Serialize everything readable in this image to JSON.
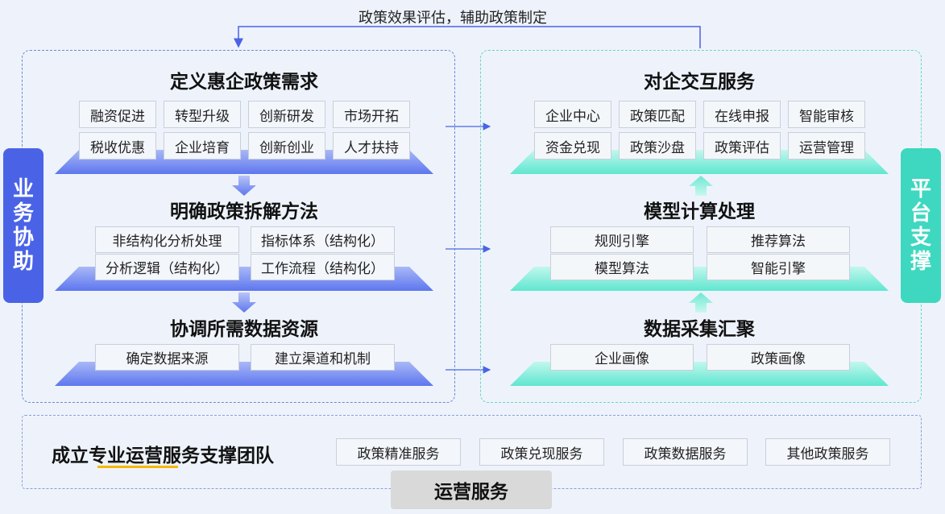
{
  "feedback_label": "政策效果评估，辅助政策制定",
  "left_side_label": [
    "业",
    "务",
    "协",
    "助"
  ],
  "right_side_label": [
    "平",
    "台",
    "支",
    "撑"
  ],
  "left": {
    "stage1": {
      "title": "定义惠企政策需求",
      "items": [
        "融资促进",
        "转型升级",
        "创新研发",
        "市场开拓",
        "税收优惠",
        "企业培育",
        "创新创业",
        "人才扶持"
      ]
    },
    "stage2": {
      "title": "明确政策拆解方法",
      "items": [
        "非结构化分析处理",
        "指标体系（结构化）",
        "分析逻辑（结构化）",
        "工作流程（结构化）"
      ]
    },
    "stage3": {
      "title": "协调所需数据资源",
      "items": [
        "确定数据来源",
        "建立渠道和机制"
      ]
    }
  },
  "right": {
    "stage1": {
      "title": "对企交互服务",
      "items": [
        "企业中心",
        "政策匹配",
        "在线申报",
        "智能审核",
        "资金兑现",
        "政策沙盘",
        "政策评估",
        "运营管理"
      ]
    },
    "stage2": {
      "title": "模型计算处理",
      "items": [
        "规则引擎",
        "推荐算法",
        "模型算法",
        "智能引擎"
      ]
    },
    "stage3": {
      "title": "数据采集汇聚",
      "items": [
        "企业画像",
        "政策画像"
      ]
    }
  },
  "bottom": {
    "title": "成立专业运营服务支撑团队",
    "services": [
      "政策精准服务",
      "政策兑现服务",
      "政策数据服务",
      "其他政策服务"
    ],
    "tag": "运营服务"
  },
  "colors": {
    "left_accent": "#4a63e6",
    "right_accent": "#3dd8bf",
    "underline": "#f5b700"
  }
}
